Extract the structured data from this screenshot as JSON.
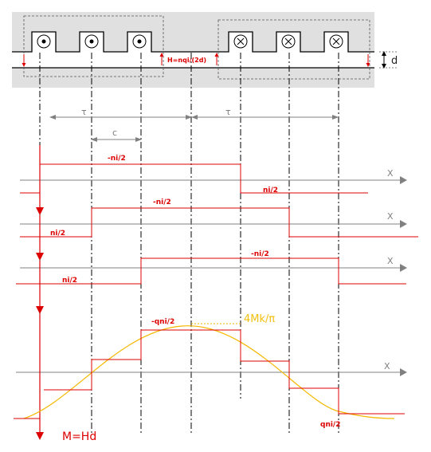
{
  "labels": {
    "field": "H=nqi/(2d)",
    "gap": "d",
    "tau_left": "τ",
    "tau_right": "τ",
    "c": "c",
    "x1": "X",
    "x2": "X",
    "x3": "X",
    "x4": "X",
    "w1_top": "-ni/2",
    "w1_bottom": "ni/2",
    "w2_top": "-ni/2",
    "w2_bottom": "ni/2",
    "w3_top": "-ni/2",
    "w3_bottom": "ni/2",
    "sum_top": "-qni/2",
    "sum_bottom": "qni/2",
    "fundamental": "4Mk/π",
    "mmf": "M=Hd"
  },
  "colors": {
    "red": "#dd0000",
    "gray": "#808080",
    "orange": "#f5b800",
    "stator": "#e0e0e0"
  }
}
